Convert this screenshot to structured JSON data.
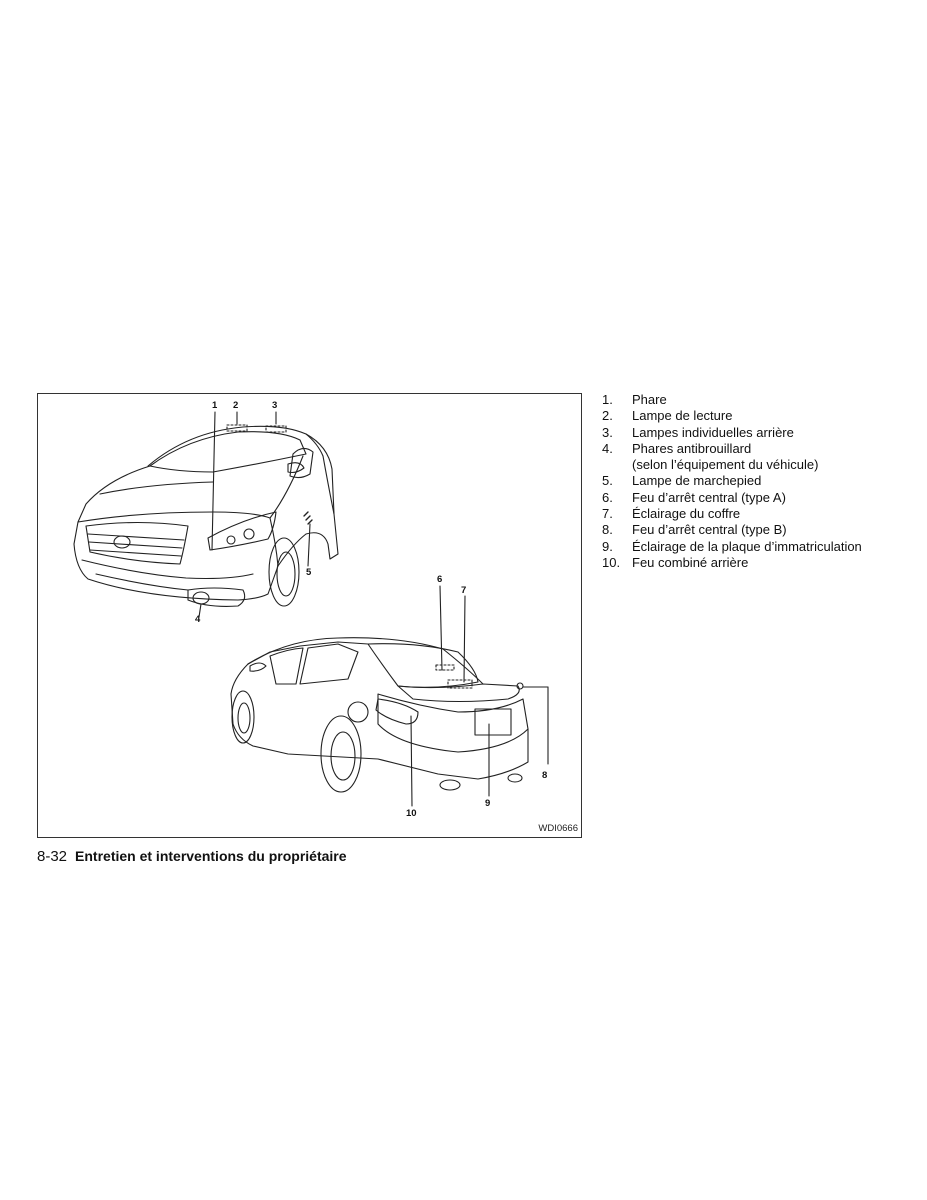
{
  "figure": {
    "code": "WDI0666",
    "callouts": [
      "1",
      "2",
      "3",
      "4",
      "5",
      "6",
      "7",
      "8",
      "9",
      "10"
    ]
  },
  "legend": [
    {
      "num": "1.",
      "text": "Phare"
    },
    {
      "num": "2.",
      "text": "Lampe de lecture"
    },
    {
      "num": "3.",
      "text": "Lampes individuelles arrière"
    },
    {
      "num": "4.",
      "text": "Phares antibrouillard",
      "text2": "(selon l’équipement du véhicule)"
    },
    {
      "num": "5.",
      "text": "Lampe de marchepied"
    },
    {
      "num": "6.",
      "text": "Feu d’arrêt central (type A)"
    },
    {
      "num": "7.",
      "text": "Éclairage du coffre"
    },
    {
      "num": "8.",
      "text": "Feu d’arrêt central (type B)"
    },
    {
      "num": "9.",
      "text": "Éclairage de la plaque d’immatriculation"
    },
    {
      "num": "10.",
      "text": "Feu combiné arrière"
    }
  ],
  "footer": {
    "page_number": "8-32",
    "section_title": "Entretien et interventions du propriétaire"
  }
}
